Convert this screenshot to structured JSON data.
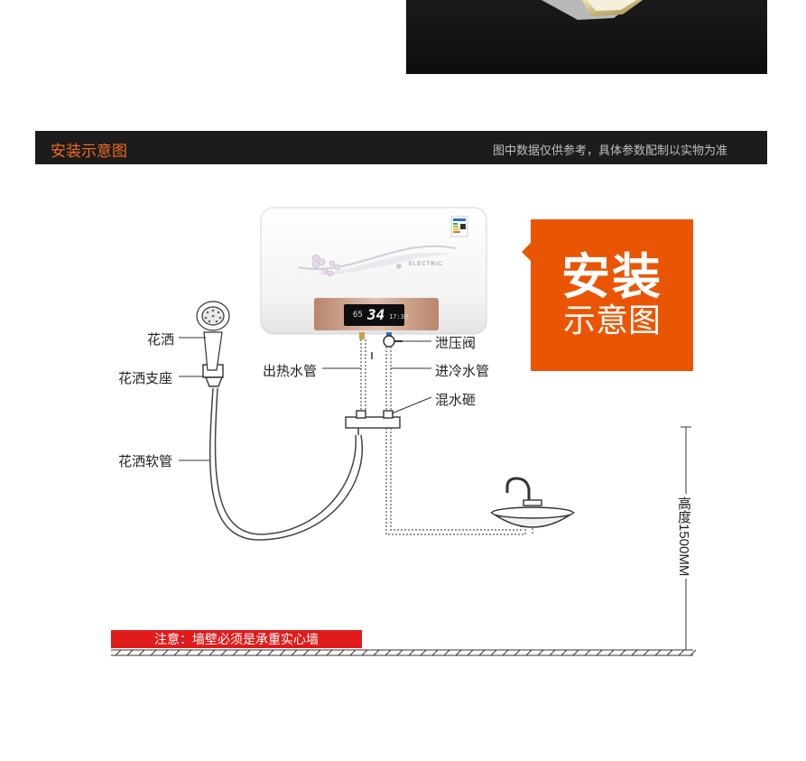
{
  "section": {
    "title": "安装示意图",
    "note": "图中数据仅供参考，具体参数配制以实物为准"
  },
  "badge": {
    "line1": "安装",
    "line2": "示意图"
  },
  "labels": {
    "shower_head": "花洒",
    "shower_holder": "花洒支座",
    "shower_hose": "花洒软管",
    "hot_out": "出热水管",
    "relief_valve": "泄压阀",
    "cold_in": "进冷水管",
    "mixer": "混水砸"
  },
  "heater": {
    "brand": "ELECTRIC",
    "display_small": "65",
    "display_big": "34",
    "display_time": "17:30"
  },
  "warning": "注意：墙壁必须是承重实心墙",
  "height_label": "高度1500MM",
  "colors": {
    "accent_orange": "#ea5504",
    "title_orange": "#f26a1b",
    "warning_red": "#e01b1b",
    "header_bg": "#1c1c1c"
  }
}
